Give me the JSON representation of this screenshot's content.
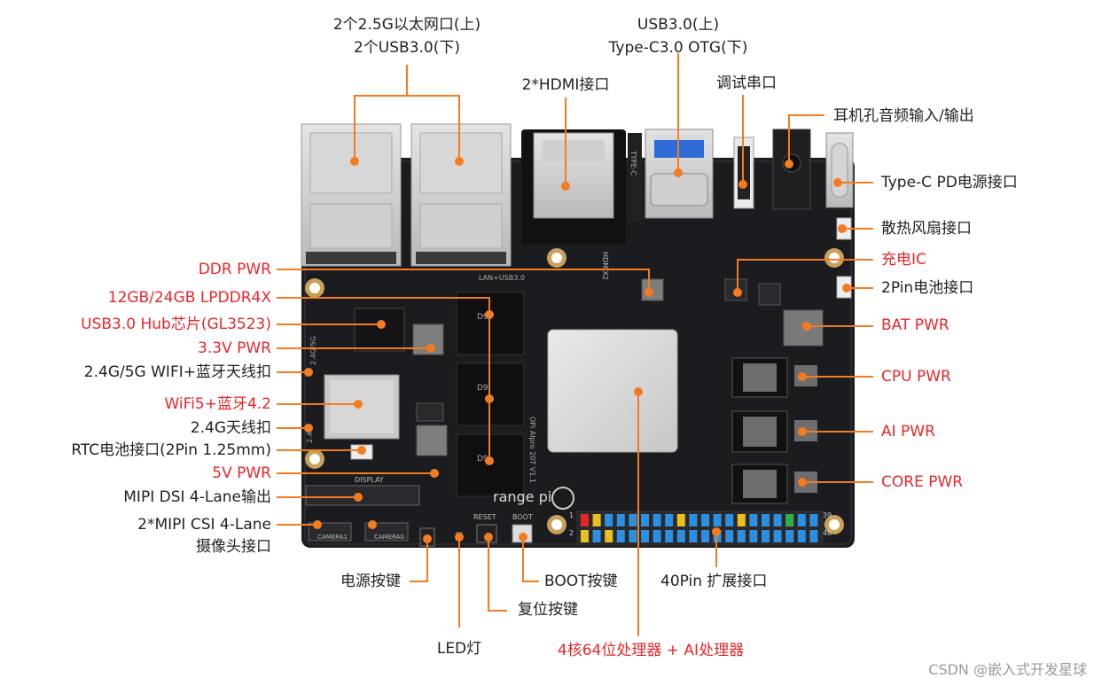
{
  "labels": {
    "lan_usb": "2个2.5G以太网口(上)\n2个USB3.0(下)",
    "usb_typec_line1": "USB3.0(上)",
    "usb_typec_line2": "Type-C3.0 OTG(下)",
    "hdmi": "2*HDMI接口",
    "debug_uart": "调试串口",
    "audio": "耳机孔音频输入/输出",
    "typec_pd": "Type-C PD电源接口",
    "fan": "散热风扇接口",
    "charge_ic": "充电IC",
    "battery_2pin": "2Pin电池接口",
    "bat_pwr": "BAT PWR",
    "cpu_pwr": "CPU PWR",
    "ai_pwr": "AI PWR",
    "core_pwr": "CORE PWR",
    "ddr_pwr": "DDR PWR",
    "lpddr4x": "12GB/24GB LPDDR4X",
    "usb_hub": "USB3.0 Hub芯片(GL3523)",
    "pwr_3v3": "3.3V PWR",
    "wifi_ant": "2.4G/5G WIFI+蓝牙天线扣",
    "wifi_bt": "WiFi5+蓝牙4.2",
    "ant_24g": "2.4G天线扣",
    "rtc": "RTC电池接口(2Pin 1.25mm)",
    "pwr_5v": "5V PWR",
    "mipi_dsi": "MIPI DSI 4-Lane输出",
    "mipi_csi_1": "2*MIPI CSI 4-Lane",
    "mipi_csi_2": "摄像头接口",
    "power_btn": "电源按键",
    "boot_btn": "BOOT按键",
    "gpio40": "40Pin 扩展接口",
    "reset_btn": "复位按键",
    "led": "LED灯",
    "processor": "4核64位处理器 + AI处理器"
  },
  "pcb_text": {
    "hdmi_silk": "HDMIX2",
    "typec_silk": "TYPE-C",
    "lan_silk": "LAN+USB3.0",
    "wifi_silk": "2.4G/5G",
    "ant_silk": "2.4G",
    "display_silk": "DISPLAY",
    "camera1_silk": "CAMERA1",
    "camera0_silk": "CAMERA0",
    "reset_silk": "RESET",
    "boot_silk": "BOOT",
    "brand_silk": "range pi",
    "model_silk": "OPi AIpro 20T V1.1",
    "ram_silk": "D9",
    "pin1": "1",
    "pin2": "2",
    "pin39": "39",
    "pin40": "40"
  },
  "watermark": "CSDN @嵌入式开发星球",
  "colors": {
    "accent": "#f47b20",
    "red_label": "#e8262a",
    "pcb": "#1b1c20"
  }
}
